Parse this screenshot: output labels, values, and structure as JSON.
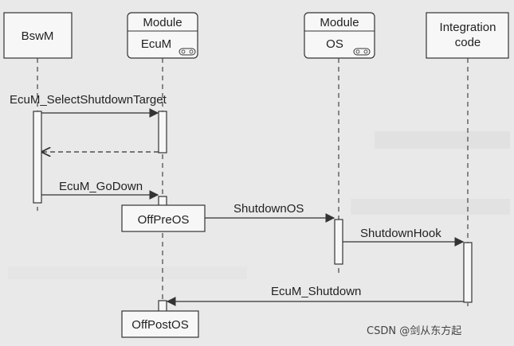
{
  "lifelines": {
    "bswm": {
      "label": "BswM"
    },
    "ecum": {
      "stereotype": "Module",
      "label": "EcuM"
    },
    "os": {
      "stereotype": "Module",
      "label": "OS"
    },
    "integration": {
      "label_line1": "Integration",
      "label_line2": "code"
    }
  },
  "messages": {
    "select_shutdown_target": "EcuM_SelectShutdownTarget",
    "go_down": "EcuM_GoDown",
    "shutdown_os": "ShutdownOS",
    "shutdown_hook": "ShutdownHook",
    "ecum_shutdown": "EcuM_Shutdown"
  },
  "states": {
    "off_pre_os": "OffPreOS",
    "off_post_os": "OffPostOS"
  },
  "watermark": "CSDN @剑从东方起",
  "colors": {
    "background": "#e9e9e9",
    "line": "#333333",
    "box_fill": "#f7f7f7"
  }
}
